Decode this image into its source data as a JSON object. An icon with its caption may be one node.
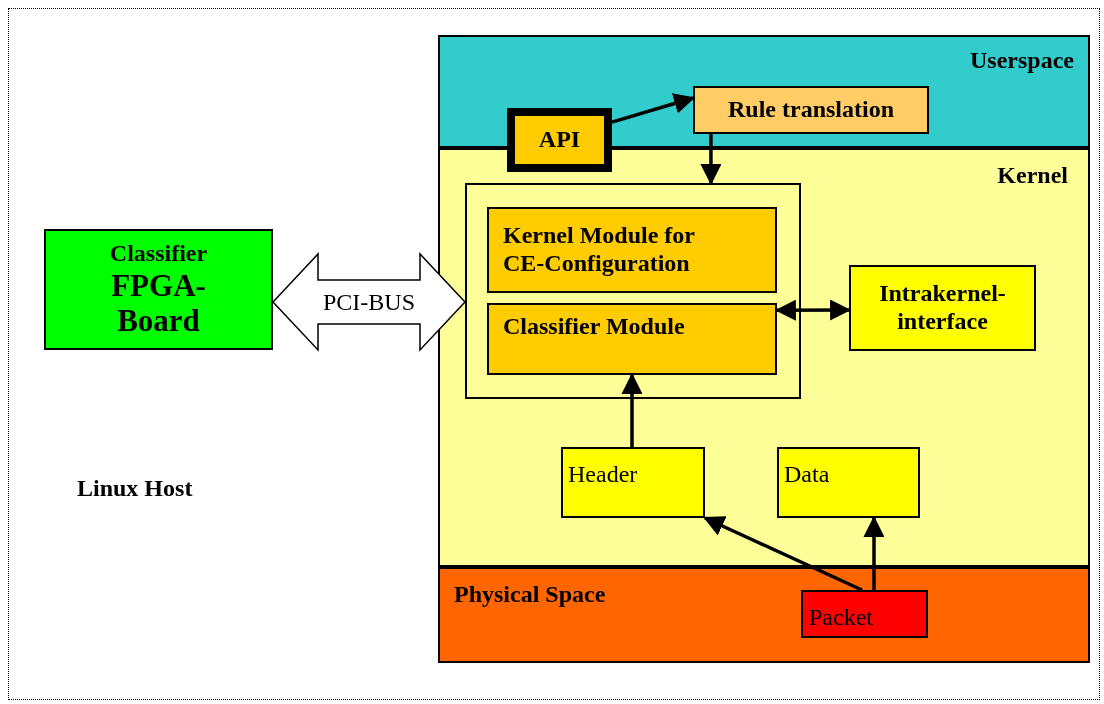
{
  "diagram": {
    "nodes": [
      {
        "text": [
          "Linux Host"
        ]
      },
      {
        "text": [
          "Userspace"
        ],
        "in": 0
      },
      {
        "text": [
          "Kernel"
        ],
        "in": 0
      },
      {
        "text": [
          "Physical Space"
        ],
        "in": 0
      },
      {
        "text": [
          "API"
        ],
        "in": 0
      },
      {
        "text": [
          "Rule translation"
        ],
        "in": 1
      },
      {
        "text": [
          "Classifier",
          "FPGA-Board"
        ],
        "in": 0
      },
      {
        "text": [],
        "shape": "box",
        "in": 2
      },
      {
        "text": [
          "Kernel Module for CE-Configuration"
        ],
        "in": 7
      },
      {
        "text": [
          "Classifier Module"
        ],
        "in": 7
      },
      {
        "text": [
          "Intrakernel-interface"
        ],
        "in": 2
      },
      {
        "text": [
          "Header"
        ],
        "in": 2
      },
      {
        "text": [
          "Data"
        ],
        "in": 2
      },
      {
        "text": [
          "Packet"
        ],
        "in": 3
      }
    ],
    "edges": [
      {
        "from": 4,
        "to": 5,
        "arrow": "to"
      },
      {
        "from": 5,
        "to": 7,
        "arrow": "to"
      },
      {
        "from": 6,
        "to": 7,
        "arrow": "both",
        "label": "PCI-BUS",
        "style": "thick"
      },
      {
        "from": 9,
        "to": 10,
        "arrow": "both"
      },
      {
        "from": 11,
        "to": 9,
        "arrow": "to"
      },
      {
        "from": 13,
        "to": 11,
        "arrow": "to"
      },
      {
        "from": 13,
        "to": 12,
        "arrow": "to"
      }
    ]
  }
}
